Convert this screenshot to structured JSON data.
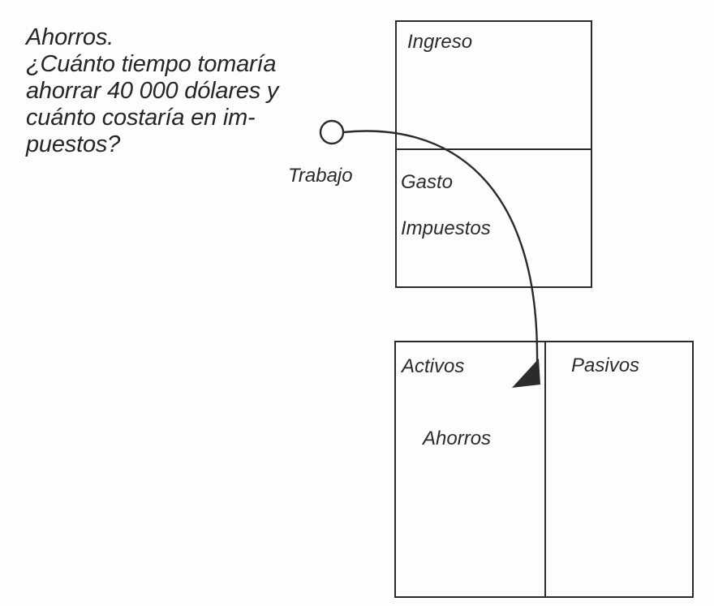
{
  "question": {
    "lines": [
      "Ahorros.",
      "¿Cuánto tiempo tomaría",
      "ahorrar 40 000 dólares y",
      "cuánto costaría en im-",
      "puestos?"
    ]
  },
  "source_label": "Trabajo",
  "income_statement": {
    "income_label": "Ingreso",
    "expense_label": "Gasto",
    "taxes_label": "Impuestos"
  },
  "balance_sheet": {
    "assets_label": "Activos",
    "savings_label": "Ahorros",
    "liabilities_label": "Pasivos"
  },
  "colors": {
    "line": "#2b2b2b",
    "text": "#262626"
  }
}
